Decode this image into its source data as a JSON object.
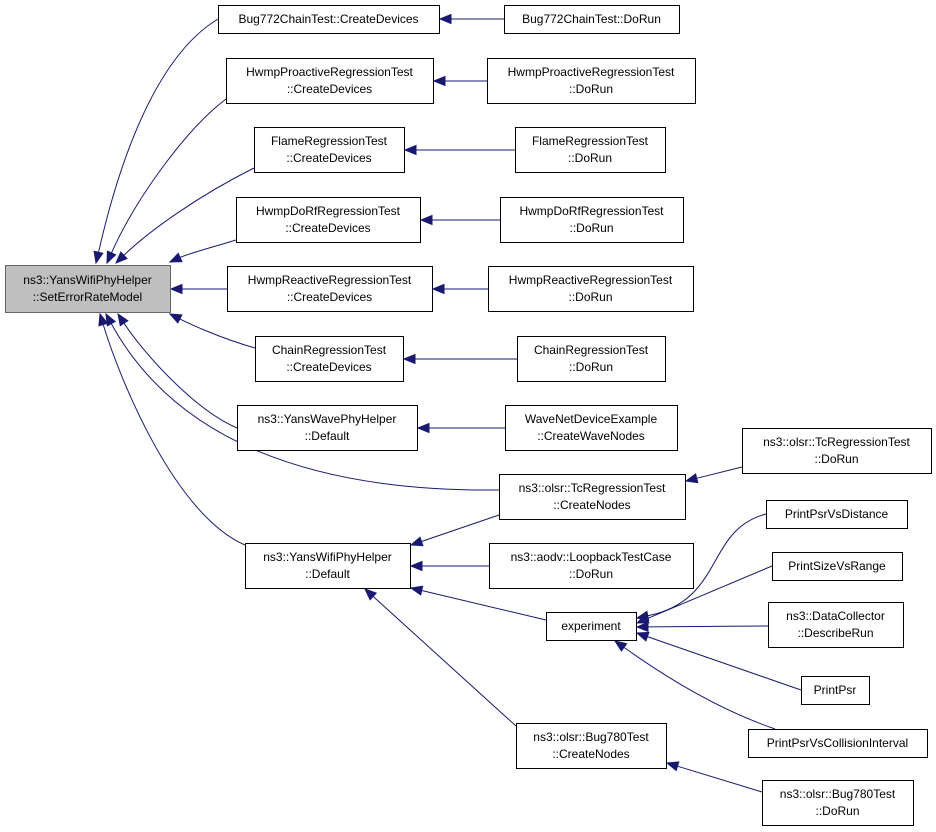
{
  "graph": {
    "nodes": [
      {
        "id": "root",
        "lines": [
          "ns3::YansWifiPhyHelper",
          "::SetErrorRateModel"
        ],
        "highlight": true
      },
      {
        "id": "bug772_create",
        "lines": [
          "Bug772ChainTest::CreateDevices"
        ]
      },
      {
        "id": "bug772_dorun",
        "lines": [
          "Bug772ChainTest::DoRun"
        ]
      },
      {
        "id": "hwmppro_create",
        "lines": [
          "HwmpProactiveRegressionTest",
          "::CreateDevices"
        ]
      },
      {
        "id": "hwmppro_dorun",
        "lines": [
          "HwmpProactiveRegressionTest",
          "::DoRun"
        ]
      },
      {
        "id": "flame_create",
        "lines": [
          "FlameRegressionTest",
          "::CreateDevices"
        ]
      },
      {
        "id": "flame_dorun",
        "lines": [
          "FlameRegressionTest",
          "::DoRun"
        ]
      },
      {
        "id": "hwmpdorf_create",
        "lines": [
          "HwmpDoRfRegressionTest",
          "::CreateDevices"
        ]
      },
      {
        "id": "hwmpdorf_dorun",
        "lines": [
          "HwmpDoRfRegressionTest",
          "::DoRun"
        ]
      },
      {
        "id": "hwmpreact_create",
        "lines": [
          "HwmpReactiveRegressionTest",
          "::CreateDevices"
        ]
      },
      {
        "id": "hwmpreact_dorun",
        "lines": [
          "HwmpReactiveRegressionTest",
          "::DoRun"
        ]
      },
      {
        "id": "chain_create",
        "lines": [
          "ChainRegressionTest",
          "::CreateDevices"
        ]
      },
      {
        "id": "chain_dorun",
        "lines": [
          "ChainRegressionTest",
          "::DoRun"
        ]
      },
      {
        "id": "wave_default",
        "lines": [
          "ns3::YansWavePhyHelper",
          "::Default"
        ]
      },
      {
        "id": "wave_nodes",
        "lines": [
          "WaveNetDeviceExample",
          "::CreateWaveNodes"
        ]
      },
      {
        "id": "tc_create",
        "lines": [
          "ns3::olsr::TcRegressionTest",
          "::CreateNodes"
        ]
      },
      {
        "id": "tc_dorun",
        "lines": [
          "ns3::olsr::TcRegressionTest",
          "::DoRun"
        ]
      },
      {
        "id": "yans_default",
        "lines": [
          "ns3::YansWifiPhyHelper",
          "::Default"
        ]
      },
      {
        "id": "aodv_dorun",
        "lines": [
          "ns3::aodv::LoopbackTestCase",
          "::DoRun"
        ]
      },
      {
        "id": "experiment",
        "lines": [
          "experiment"
        ]
      },
      {
        "id": "psr_distance",
        "lines": [
          "PrintPsrVsDistance"
        ]
      },
      {
        "id": "size_range",
        "lines": [
          "PrintSizeVsRange"
        ]
      },
      {
        "id": "datacollector",
        "lines": [
          "ns3::DataCollector",
          "::DescribeRun"
        ]
      },
      {
        "id": "printpsr",
        "lines": [
          "PrintPsr"
        ]
      },
      {
        "id": "psr_collision",
        "lines": [
          "PrintPsrVsCollisionInterval"
        ]
      },
      {
        "id": "bug780_create",
        "lines": [
          "ns3::olsr::Bug780Test",
          "::CreateNodes"
        ]
      },
      {
        "id": "bug780_dorun",
        "lines": [
          "ns3::olsr::Bug780Test",
          "::DoRun"
        ]
      }
    ],
    "edges": [
      {
        "from": "bug772_create",
        "to": "root"
      },
      {
        "from": "hwmppro_create",
        "to": "root"
      },
      {
        "from": "flame_create",
        "to": "root"
      },
      {
        "from": "hwmpdorf_create",
        "to": "root"
      },
      {
        "from": "hwmpreact_create",
        "to": "root"
      },
      {
        "from": "chain_create",
        "to": "root"
      },
      {
        "from": "wave_default",
        "to": "root"
      },
      {
        "from": "tc_create",
        "to": "root"
      },
      {
        "from": "yans_default",
        "to": "root"
      },
      {
        "from": "bug772_dorun",
        "to": "bug772_create"
      },
      {
        "from": "hwmppro_dorun",
        "to": "hwmppro_create"
      },
      {
        "from": "flame_dorun",
        "to": "flame_create"
      },
      {
        "from": "hwmpdorf_dorun",
        "to": "hwmpdorf_create"
      },
      {
        "from": "hwmpreact_dorun",
        "to": "hwmpreact_create"
      },
      {
        "from": "chain_dorun",
        "to": "chain_create"
      },
      {
        "from": "wave_nodes",
        "to": "wave_default"
      },
      {
        "from": "tc_dorun",
        "to": "tc_create"
      },
      {
        "from": "tc_create",
        "to": "yans_default"
      },
      {
        "from": "aodv_dorun",
        "to": "yans_default"
      },
      {
        "from": "experiment",
        "to": "yans_default"
      },
      {
        "from": "bug780_create",
        "to": "yans_default"
      },
      {
        "from": "psr_distance",
        "to": "experiment"
      },
      {
        "from": "size_range",
        "to": "experiment"
      },
      {
        "from": "datacollector",
        "to": "experiment"
      },
      {
        "from": "printpsr",
        "to": "experiment"
      },
      {
        "from": "psr_collision",
        "to": "experiment"
      },
      {
        "from": "bug780_dorun",
        "to": "bug780_create"
      }
    ]
  }
}
